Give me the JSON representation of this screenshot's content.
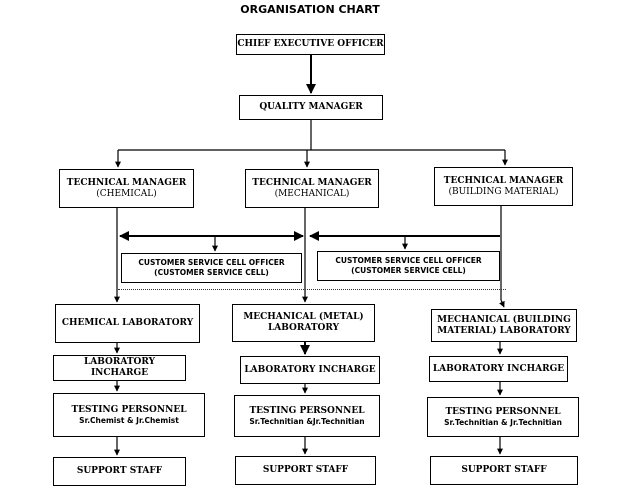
{
  "title": "ORGANISATION CHART",
  "ceo": "CHIEF EXECUTIVE OFFICER",
  "quality_manager": "QUALITY MANAGER",
  "tech_managers": [
    {
      "title": "TECHNICAL MANAGER",
      "dept": "(CHEMICAL)"
    },
    {
      "title": "TECHNICAL MANAGER",
      "dept": "(MECHANICAL)"
    },
    {
      "title": "TECHNICAL MANAGER",
      "dept": "(BUILDING MATERIAL)"
    }
  ],
  "customer_service": [
    {
      "line1": "CUSTOMER SERVICE  CELL OFFICER",
      "line2": "(CUSTOMER SERVICE CELL)"
    },
    {
      "line1": "CUSTOMER SERVICE  CELL OFFICER",
      "line2": "(CUSTOMER SERVICE CELL)"
    }
  ],
  "laboratories": [
    {
      "line1": "CHEMICAL LABORATORY",
      "line2": ""
    },
    {
      "line1": "MECHANICAL (METAL)",
      "line2": "LABORATORY"
    },
    {
      "line1": "MECHANICAL (BUILDING",
      "line2": "MATERIAL) LABORATORY"
    }
  ],
  "incharge": [
    "LABORATORY INCHARGE",
    "LABORATORY INCHARGE",
    "LABORATORY INCHARGE"
  ],
  "testing": [
    {
      "title": "TESTING PERSONNEL",
      "sub": "Sr.Chemist & Jr.Chemist"
    },
    {
      "title": "TESTING PERSONNEL",
      "sub": "Sr.Technitian &Jr.Technitian"
    },
    {
      "title": "TESTING PERSONNEL",
      "sub": "Sr.Technitian & Jr.Technitian"
    }
  ],
  "support": [
    "SUPPORT STAFF",
    "SUPPORT STAFF",
    "SUPPORT STAFF"
  ]
}
